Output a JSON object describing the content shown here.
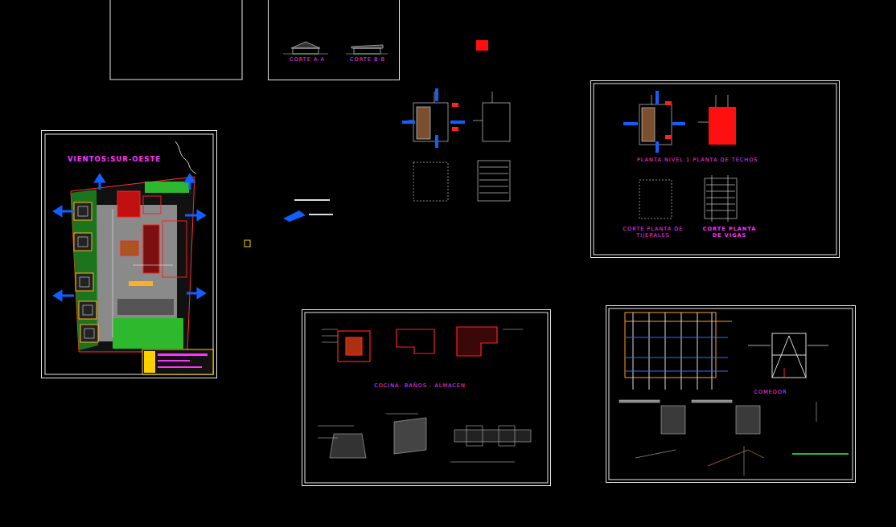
{
  "diagram": {
    "nodes": [
      {
        "text": [
          "CORTE A-A",
          "CORTE B-B"
        ]
      },
      {
        "text": [
          "VIENTOS:SUR-OESTE"
        ]
      },
      {
        "text": [
          "PLANTA NIVEL 1",
          "PLANTA DE TECHOS",
          "CORTE PLANTA DE TIJERALES",
          "CORTE PLANTA DE VIGAS"
        ]
      },
      {
        "text": [
          "COCINA- BAÑOS - ALMACEN"
        ]
      },
      {
        "text": [
          "COMEDOR"
        ]
      }
    ]
  }
}
